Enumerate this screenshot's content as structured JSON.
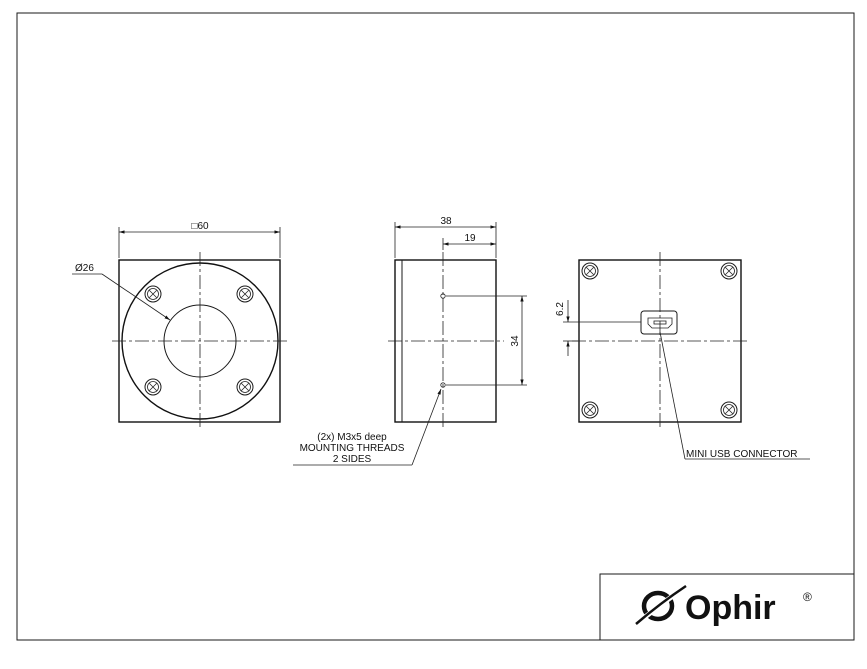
{
  "front_view": {
    "square_dim": "□60",
    "diameter_dim": "Ø26"
  },
  "side_view": {
    "depth_dim": "38",
    "half_depth_dim": "19",
    "thread_spacing_dim": "34",
    "thread_note": [
      "(2x) M3x5 deep",
      "MOUNTING THREADS",
      "2 SIDES"
    ]
  },
  "rear_view": {
    "usb_offset_dim": "6.2",
    "usb_label": "MINI USB CONNECTOR"
  },
  "title_block": {
    "logo_text": "Ophir",
    "registered_mark": "®"
  }
}
